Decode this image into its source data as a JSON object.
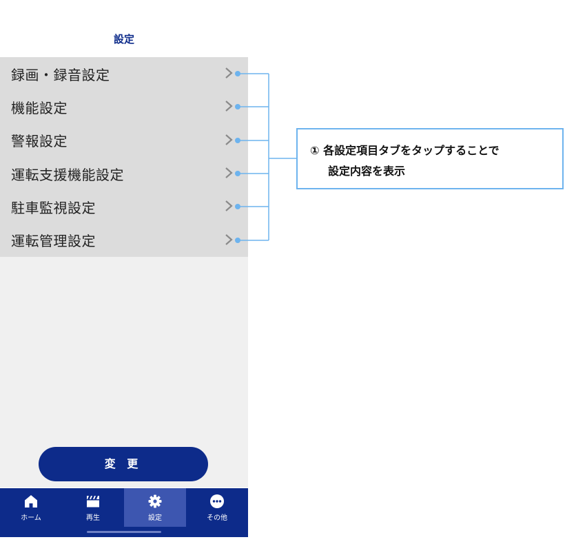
{
  "header": {
    "title": "設定"
  },
  "menu": {
    "items": [
      {
        "label": "録画・録音設定"
      },
      {
        "label": "機能設定"
      },
      {
        "label": "警報設定"
      },
      {
        "label": "運転支援機能設定"
      },
      {
        "label": "駐車監視設定"
      },
      {
        "label": "運転管理設定"
      }
    ]
  },
  "actions": {
    "change_label": "変 更"
  },
  "tabbar": {
    "tabs": [
      {
        "label": "ホーム",
        "icon": "home-icon"
      },
      {
        "label": "再生",
        "icon": "clapperboard-icon"
      },
      {
        "label": "設定",
        "icon": "gear-icon",
        "active": true
      },
      {
        "label": "その他",
        "icon": "more-icon"
      }
    ]
  },
  "callout": {
    "line1": "① 各設定項目タブをタップすることで",
    "line2": "設定内容を表示"
  },
  "colors": {
    "primary": "#0d2b8a",
    "active_tab": "#3d56b0",
    "menu_background": "#dcdcdc",
    "callout_accent": "#6db3ee"
  }
}
